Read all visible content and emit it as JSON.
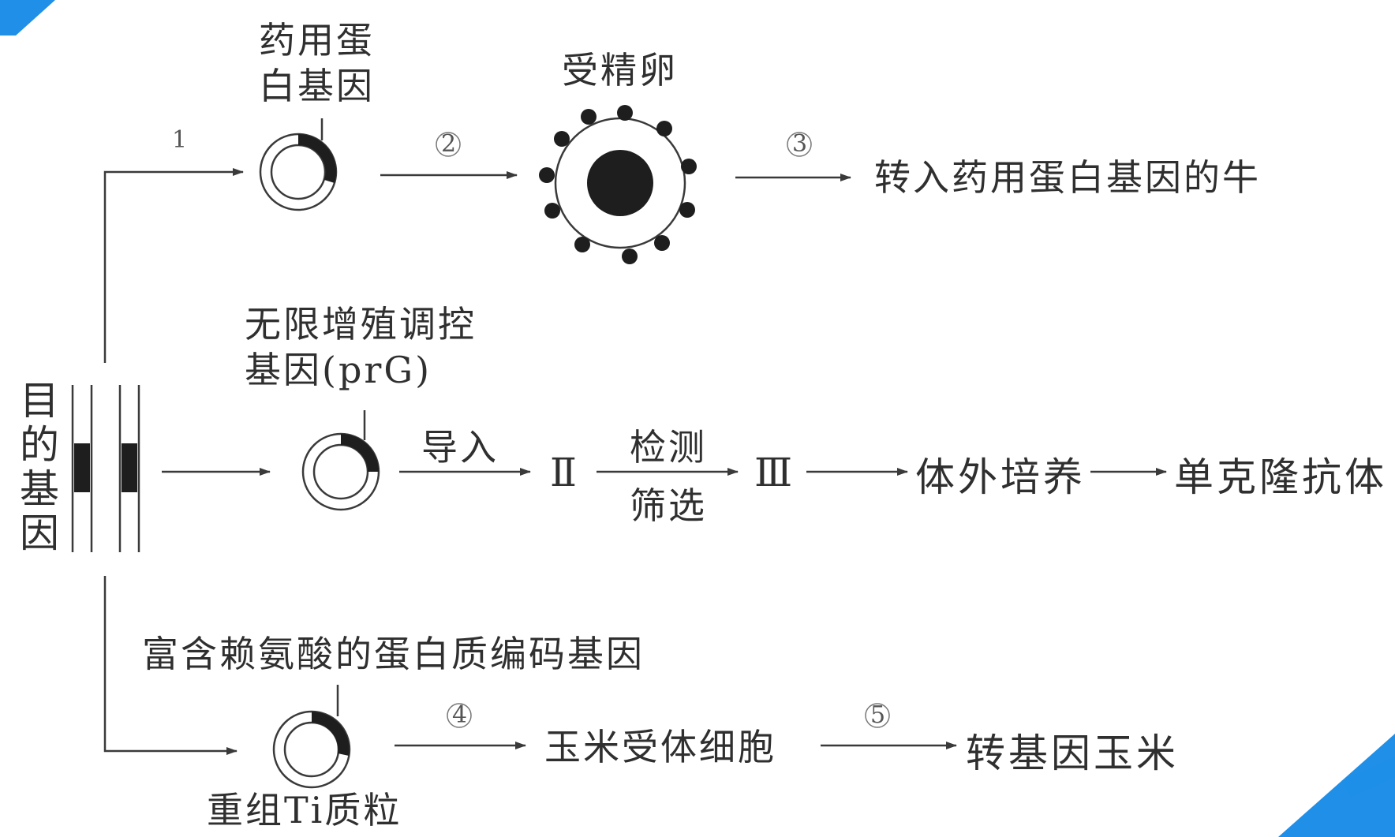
{
  "labels": {
    "target_gene": "目的基因",
    "drug_protein_gene": "药用蛋\n白基因",
    "fertilized_egg": "受精卵",
    "transgenic_cow": "转入药用蛋白基因的牛",
    "prg_gene": "无限增殖调控\n基因(prG)",
    "introduce": "导入",
    "detect": "检测",
    "screen": "筛选",
    "roman_2": "Ⅱ",
    "roman_3": "Ⅲ",
    "in_vitro_culture": "体外培养",
    "monoclonal_antibody": "单克隆抗体",
    "lysine_protein_gene": "富含赖氨酸的蛋白质编码基因",
    "corn_recipient_cell": "玉米受体细胞",
    "transgenic_corn": "转基因玉米",
    "recombinant_ti_plasmid": "重组Ti质粒"
  },
  "steps": {
    "s1": "1",
    "s2": "2",
    "s3": "3",
    "s4": "4",
    "s5": "5"
  },
  "colors": {
    "line": "#3a3a3a",
    "fill_dark": "#1e1e1e",
    "watermark": "#1f8fe8"
  }
}
